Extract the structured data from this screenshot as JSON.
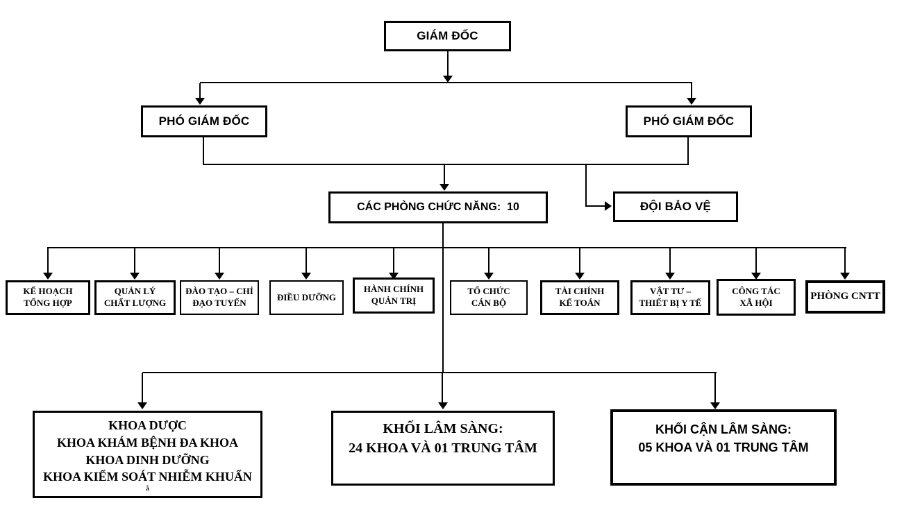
{
  "orgchart": {
    "director": "GIÁM ĐỐC",
    "deputy_left": "PHÓ GIÁM ĐỐC",
    "deputy_right": "PHÓ GIÁM ĐỐC",
    "functional_header": "CÁC PHÒNG CHỨC NĂNG:  10",
    "security_team": "ĐỘI BẢO VỆ",
    "departments": [
      {
        "lines": [
          "KẾ HOẠCH",
          "TỔNG HỢP"
        ]
      },
      {
        "lines": [
          "QUẢN LÝ",
          "CHẤT LƯỢNG"
        ]
      },
      {
        "lines": [
          "ĐÀO TẠO – CHỈ",
          "ĐẠO TUYẾN"
        ]
      },
      {
        "lines": [
          "ĐIỀU DƯỠNG"
        ]
      },
      {
        "lines": [
          "HÀNH CHÍNH",
          "QUẢN TRỊ"
        ]
      },
      {
        "lines": [
          "TỔ CHỨC",
          "CÁN BỘ"
        ]
      },
      {
        "lines": [
          "TÀI CHÍNH",
          "KẾ TOÁN"
        ]
      },
      {
        "lines": [
          "VẬT TƯ –",
          "THIẾT BỊ Y TẾ"
        ]
      },
      {
        "lines": [
          "CÔNG TÁC",
          "XÃ HỘI"
        ]
      },
      {
        "lines": [
          "PHÒNG CNTT"
        ]
      }
    ],
    "pharmacy_block": {
      "lines": [
        "KHOA DƯỢC",
        "KHOA KHÁM BỆNH ĐA KHOA",
        "KHOA DINH DƯỠNG",
        "KHOA KIỂM SOÁT NHIỄM KHUẨN"
      ],
      "artifact": "ẫ"
    },
    "clinical_block": {
      "lines": [
        "KHỐI LÂM SÀNG:",
        "24 KHOA VÀ 01 TRUNG TÂM"
      ]
    },
    "paraclinical_block": {
      "lines": [
        "KHỐI CẬN LÂM SÀNG:",
        "05 KHOA VÀ 01 TRUNG TÂM"
      ]
    }
  },
  "colors": {
    "background": "#ffffff",
    "box_border": "#000000",
    "connector": "#000000",
    "text": "#000000"
  }
}
